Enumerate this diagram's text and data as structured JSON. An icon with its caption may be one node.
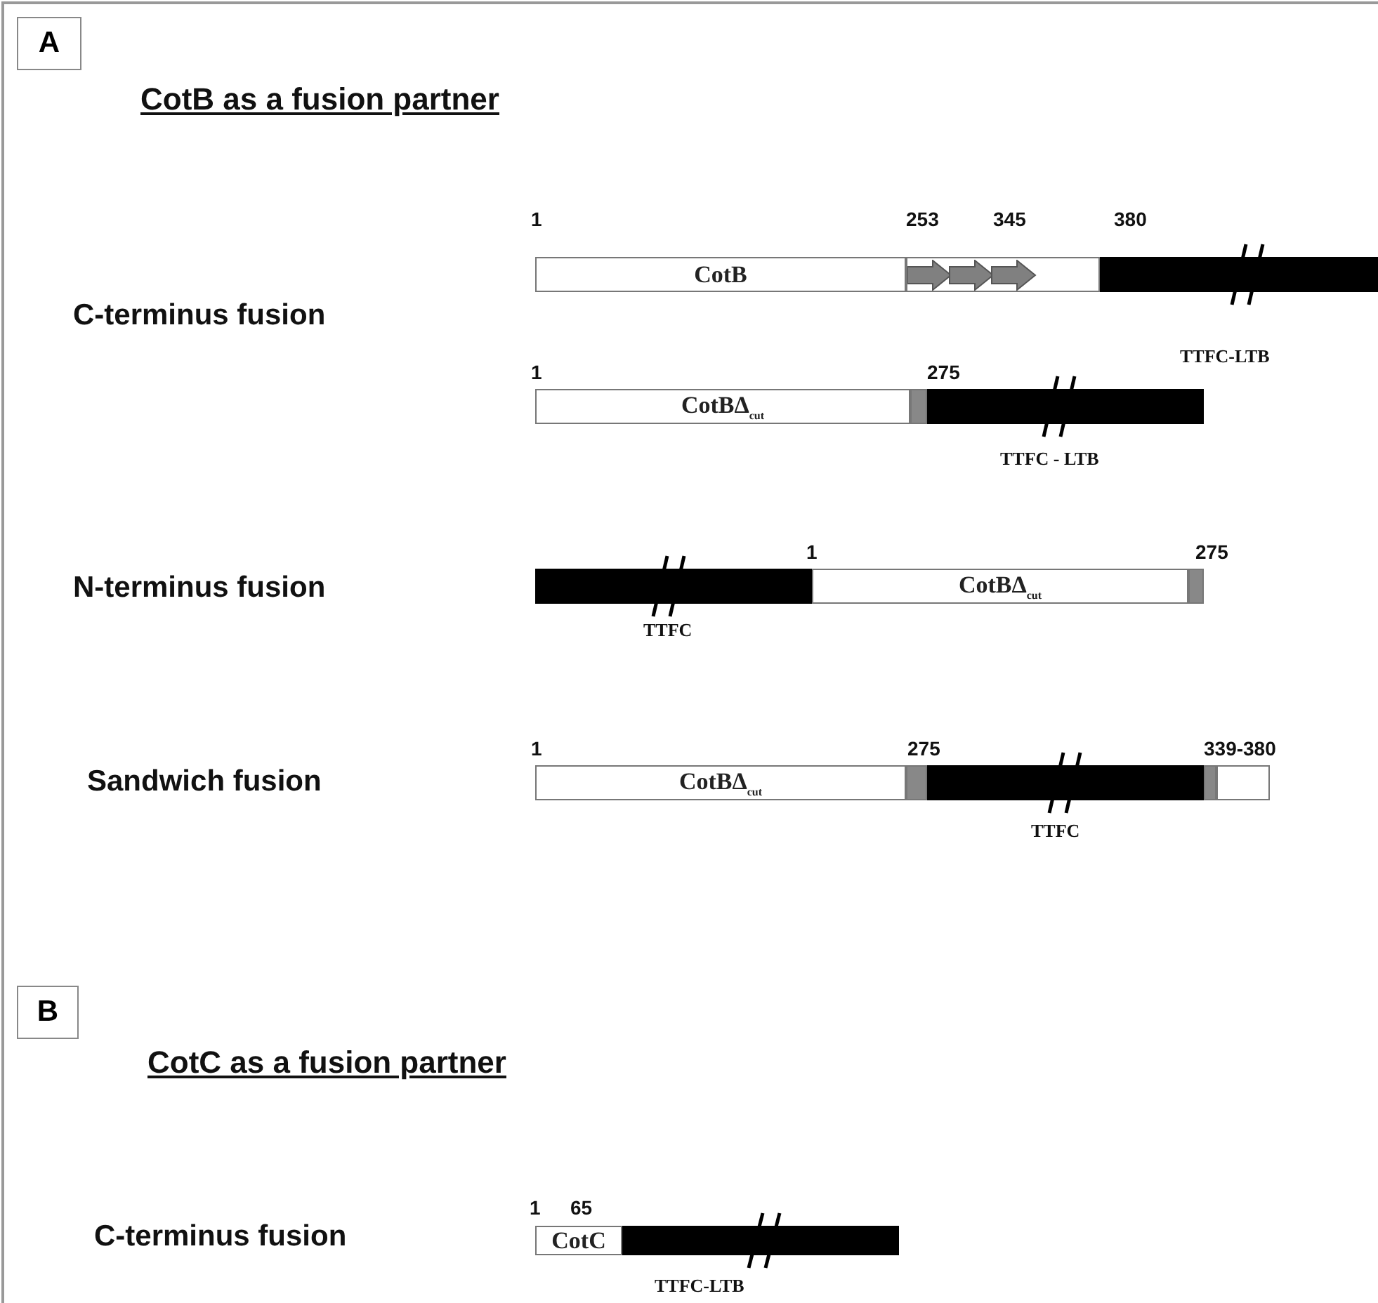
{
  "diagram": {
    "nodes": [
      {
        "text": [
          "A"
        ]
      },
      {
        "text": [
          "CotB"
        ]
      },
      {
        "text": [],
        "shape": "box"
      },
      {
        "text": [],
        "shape": "bar"
      },
      {
        "text": [
          "CotBΔ$_{cut}$"
        ]
      },
      {
        "text": [],
        "shape": "box"
      },
      {
        "text": [],
        "shape": "bar",
        "beside": [
          "TTFC - LTB"
        ]
      },
      {
        "text": [],
        "shape": "bar",
        "beside": [
          "TTFC"
        ]
      },
      {
        "text": [
          "CotBΔ$_{cut}$"
        ]
      },
      {
        "text": [],
        "shape": "box"
      },
      {
        "text": [
          "CotBΔ$_{cut}$"
        ]
      },
      {
        "text": [],
        "shape": "box"
      },
      {
        "text": [],
        "shape": "bar",
        "beside": [
          "TTFC"
        ]
      },
      {
        "text": [],
        "shape": "box"
      },
      {
        "text": [],
        "shape": "box"
      },
      {
        "text": [
          "B"
        ]
      },
      {
        "text": [
          "CotC"
        ]
      },
      {
        "text": [],
        "shape": "bar",
        "beside": [
          "TTFC-LTB"
        ]
      }
    ],
    "edges": [],
    "labels": [
      "CotB as a fusion partner",
      "1",
      "253",
      "345",
      "380",
      "C-terminus fusion",
      "TTFC-LTB",
      "1",
      "275",
      "N-terminus fusion",
      "1",
      "275",
      "Sandwich fusion",
      "1",
      "275",
      "339-380",
      "CotC as a fusion partner",
      "C-terminus fusion",
      "1",
      "65"
    ]
  }
}
